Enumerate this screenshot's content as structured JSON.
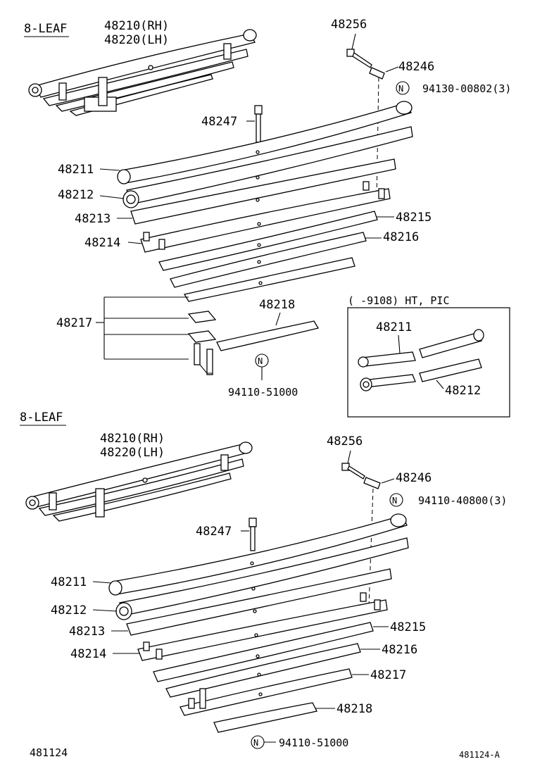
{
  "top": {
    "leaf_count": "8-LEAF",
    "assembly_rh": "48210(RH)",
    "assembly_lh": "48220(LH)",
    "bolt_48256": "48256",
    "pin_48246": "48246",
    "nut_symbol": "N",
    "nut_note": "94130-00802(3)",
    "bolt_48247": "48247",
    "leaf_48211": "48211",
    "leaf_48212": "48212",
    "leaf_48213": "48213",
    "leaf_48214": "48214",
    "leaf_48215": "48215",
    "leaf_48216": "48216",
    "clip_48217": "48217",
    "leaf_48218": "48218",
    "nut2_note": "94110-51000"
  },
  "inset": {
    "title": "(    -9108) HT, PIC",
    "leaf_48211": "48211",
    "leaf_48212": "48212"
  },
  "bottom": {
    "leaf_count": "8-LEAF",
    "assembly_rh": "48210(RH)",
    "assembly_lh": "48220(LH)",
    "bolt_48256": "48256",
    "pin_48246": "48246",
    "nut_symbol": "N",
    "nut_note": "94110-40800(3)",
    "bolt_48247": "48247",
    "leaf_48211": "48211",
    "leaf_48212": "48212",
    "leaf_48213": "48213",
    "leaf_48214": "48214",
    "leaf_48215": "48215",
    "leaf_48216": "48216",
    "leaf_48217": "48217",
    "leaf_48218": "48218",
    "nut2_note": "94110-51000"
  },
  "footer": {
    "page_code": "481124",
    "figure_code": "481124-A"
  }
}
